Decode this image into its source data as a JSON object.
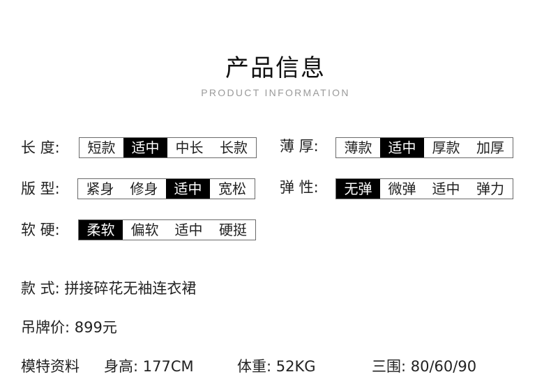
{
  "header": {
    "title": "产品信息",
    "subtitle": "PRODUCT INFORMATION"
  },
  "attributes": {
    "length": {
      "label": "长 度:",
      "options": [
        "短款",
        "适中",
        "中长",
        "长款"
      ],
      "selected": "适中"
    },
    "thickness": {
      "label": "薄 厚:",
      "options": [
        "薄款",
        "适中",
        "厚款",
        "加厚"
      ],
      "selected": "适中"
    },
    "fit": {
      "label": "版 型:",
      "options": [
        "紧身",
        "修身",
        "适中",
        "宽松"
      ],
      "selected": "适中"
    },
    "elasticity": {
      "label": "弹 性:",
      "options": [
        "无弹",
        "微弹",
        "适中",
        "弹力"
      ],
      "selected": "无弹"
    },
    "softness": {
      "label": "软 硬:",
      "options": [
        "柔软",
        "偏软",
        "适中",
        "硬挺"
      ],
      "selected": "柔软"
    }
  },
  "details": {
    "style": "款 式: 拼接碎花无袖连衣裙",
    "price": "吊牌价: 899元",
    "model_info": "模特资料",
    "height": "身高: 177CM",
    "weight": "体重: 52KG",
    "measurements": "三围: 80/60/90"
  }
}
